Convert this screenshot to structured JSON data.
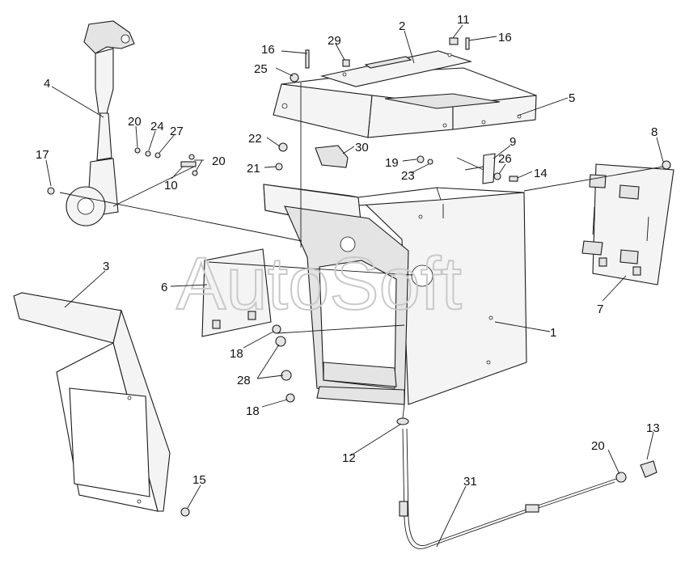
{
  "diagram": {
    "watermark": "AutoSoft",
    "labels": [
      {
        "id": "1",
        "text": "1"
      },
      {
        "id": "2",
        "text": "2"
      },
      {
        "id": "3",
        "text": "3"
      },
      {
        "id": "4",
        "text": "4"
      },
      {
        "id": "5",
        "text": "5"
      },
      {
        "id": "6",
        "text": "6"
      },
      {
        "id": "7",
        "text": "7"
      },
      {
        "id": "8",
        "text": "8"
      },
      {
        "id": "9",
        "text": "9"
      },
      {
        "id": "10",
        "text": "10"
      },
      {
        "id": "11",
        "text": "11"
      },
      {
        "id": "12",
        "text": "12"
      },
      {
        "id": "13",
        "text": "13"
      },
      {
        "id": "14",
        "text": "14"
      },
      {
        "id": "15",
        "text": "15"
      },
      {
        "id": "16a",
        "text": "16"
      },
      {
        "id": "16b",
        "text": "16"
      },
      {
        "id": "17",
        "text": "17"
      },
      {
        "id": "18a",
        "text": "18"
      },
      {
        "id": "18b",
        "text": "18"
      },
      {
        "id": "19",
        "text": "19"
      },
      {
        "id": "20a",
        "text": "20"
      },
      {
        "id": "20b",
        "text": "20"
      },
      {
        "id": "20c",
        "text": "20"
      },
      {
        "id": "21",
        "text": "21"
      },
      {
        "id": "22",
        "text": "22"
      },
      {
        "id": "23",
        "text": "23"
      },
      {
        "id": "24",
        "text": "24"
      },
      {
        "id": "25",
        "text": "25"
      },
      {
        "id": "26",
        "text": "26"
      },
      {
        "id": "27",
        "text": "27"
      },
      {
        "id": "28",
        "text": "28"
      },
      {
        "id": "29",
        "text": "29"
      },
      {
        "id": "30",
        "text": "30"
      },
      {
        "id": "31",
        "text": "31"
      }
    ]
  }
}
